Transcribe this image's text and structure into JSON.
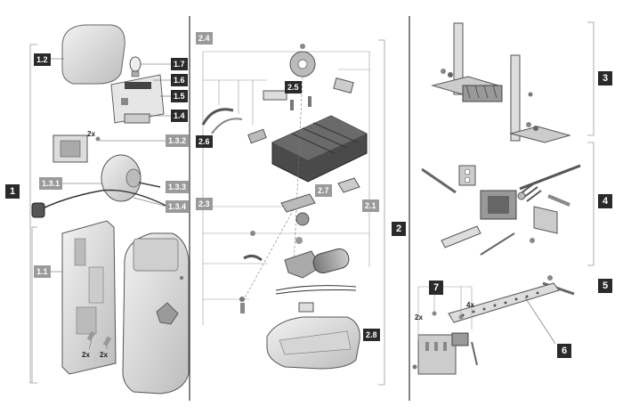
{
  "labels": {
    "l1": "1",
    "l1_1": "1.1",
    "l1_2": "1.2",
    "l1_3_1": "1.3.1",
    "l1_3_2": "1.3.2",
    "l1_3_3": "1.3.3",
    "l1_3_4": "1.3.4",
    "l1_4": "1.4",
    "l1_5": "1.5",
    "l1_6": "1.6",
    "l1_7": "1.7",
    "l2": "2",
    "l2_1": "2.1",
    "l2_3": "2.3",
    "l2_4": "2.4",
    "l2_5": "2.5",
    "l2_6": "2.6",
    "l2_7": "2.7",
    "l2_8": "2.8",
    "l3": "3",
    "l4": "4",
    "l5": "5",
    "l6": "6",
    "l7": "7"
  },
  "quantities": {
    "q_2x_a": "2x",
    "q_2x_b": "2x",
    "q_2x_c": "2x",
    "q_2x_d": "2x",
    "q_4x": "4x"
  },
  "colors": {
    "label_dark": "#2a2a2a",
    "label_grey": "#9a9a9a"
  }
}
